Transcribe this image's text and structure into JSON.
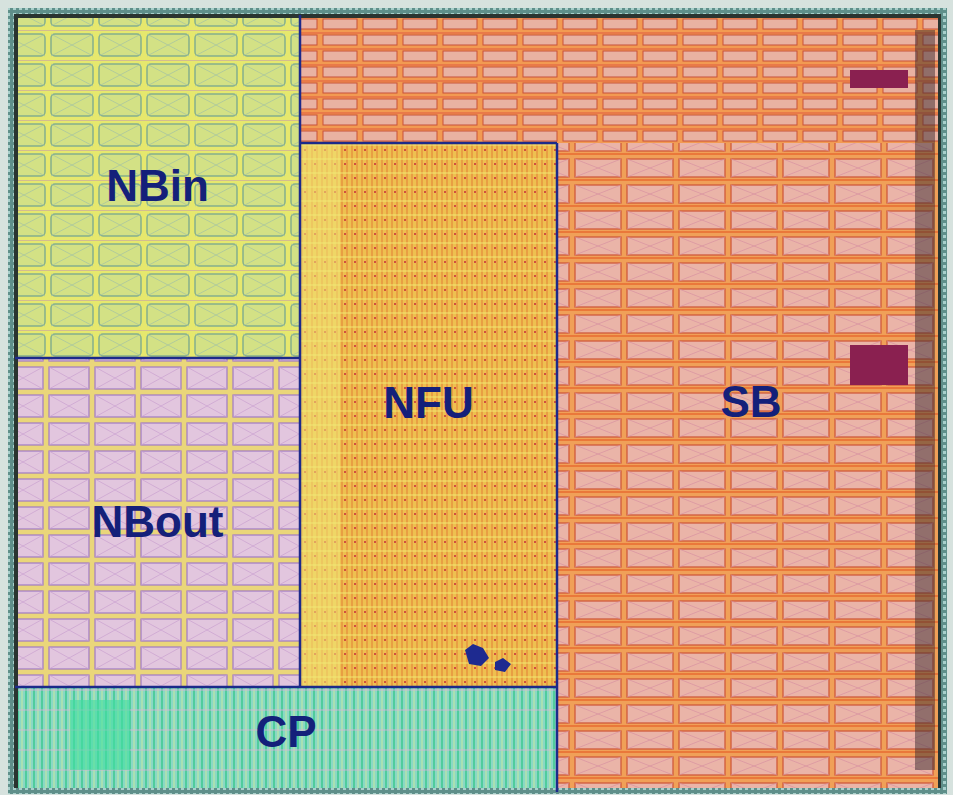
{
  "diagram": {
    "nodes": [
      {
        "text": [
          "NBin"
        ]
      },
      {
        "text": [
          "NFU"
        ]
      },
      {
        "text": [
          "SB"
        ]
      },
      {
        "text": [
          "NBout"
        ]
      },
      {
        "text": [
          "CP"
        ]
      }
    ]
  }
}
